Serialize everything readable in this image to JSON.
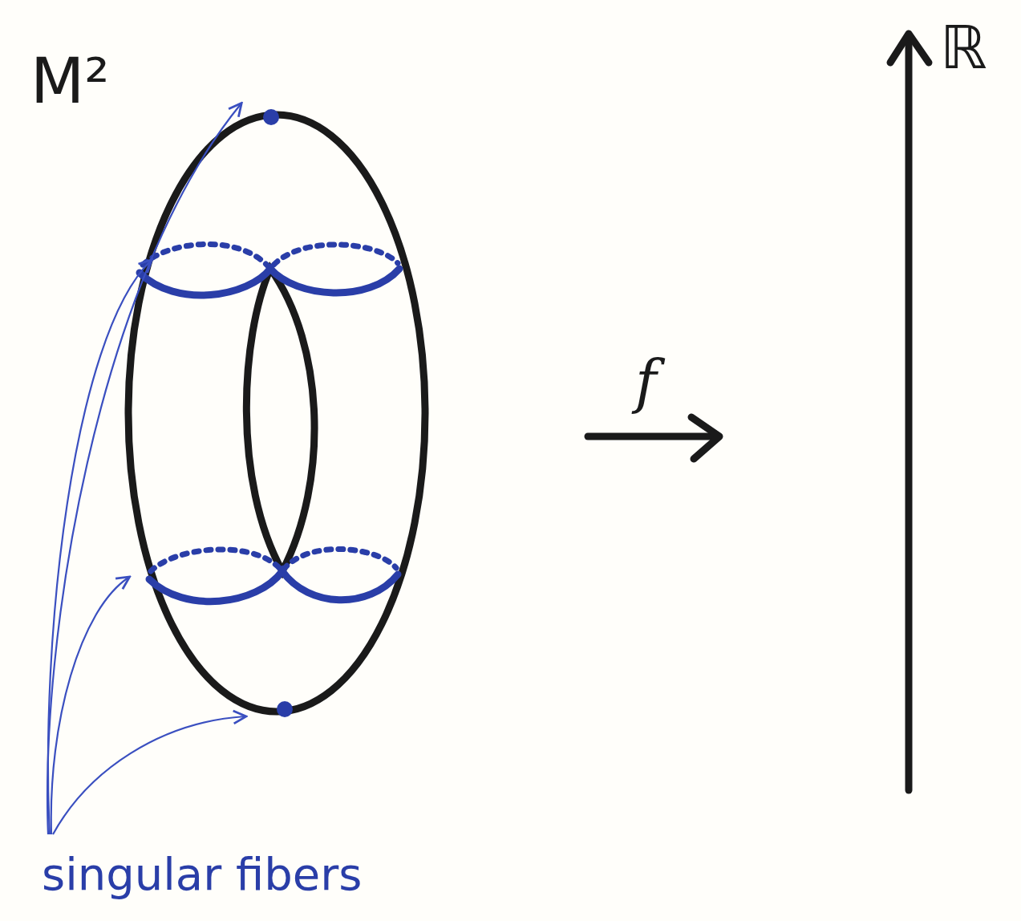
{
  "diagram": {
    "labels": [
      "M²",
      "f",
      "ℝ",
      "singular fibers"
    ]
  }
}
